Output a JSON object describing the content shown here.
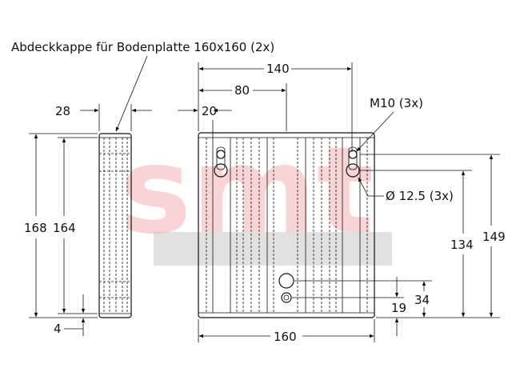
{
  "labels": {
    "part_title": "Abdeckkappe für Bodenplatte 160x160 (2x)",
    "thread": "M10 (3x)",
    "bore": "Ø 12.5 (3x)"
  },
  "dimensions": {
    "total_width_top": "140",
    "offset_80": "80",
    "offset_20": "20",
    "side_thickness": "28",
    "side_height_outer": "168",
    "side_height_inner": "164",
    "side_gap": "4",
    "front_width": "160",
    "front_height": "149",
    "hole_height_134": "134",
    "hole_height_34": "34",
    "hole_height_19": "19"
  },
  "watermark": {
    "text": "smt",
    "color": "#e8404b"
  }
}
